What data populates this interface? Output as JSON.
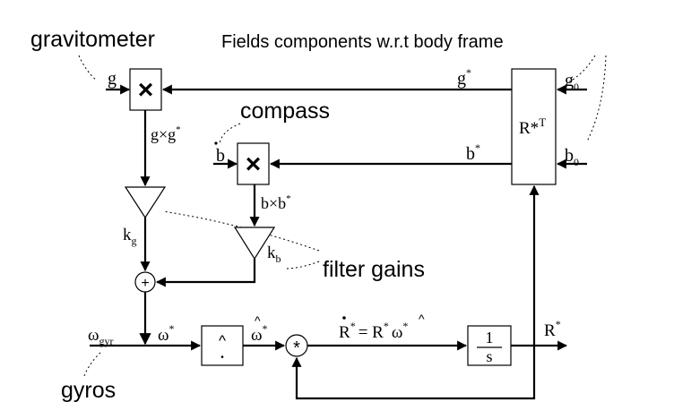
{
  "annotations": {
    "gravitometer": "gravitometer",
    "fields": "Fields components w.r.t body frame",
    "compass": "compass",
    "filter_gains": "filter gains",
    "gyros": "gyros"
  },
  "signals": {
    "g": "g",
    "g_star": "g",
    "g0": "g",
    "b": "b",
    "b_star": "b",
    "b0": "b",
    "sub_zero": "0",
    "star": "*",
    "g_cross_g_star": "g×g",
    "b_cross_b_star": "b×b",
    "k": "k",
    "sub_g": "g",
    "sub_b": "b",
    "omega": "ω",
    "sub_gyr": "gyr",
    "R": "R",
    "R_equation_mid": "= R",
    "R_star_T": "R*",
    "T": "T"
  },
  "blocks": {
    "cross_symbol": "×",
    "sum_symbol": "+",
    "hat_symbol": "^",
    "dot_symbol": "•",
    "star_symbol": "*",
    "integrator_num": "1",
    "integrator_den": "s"
  }
}
